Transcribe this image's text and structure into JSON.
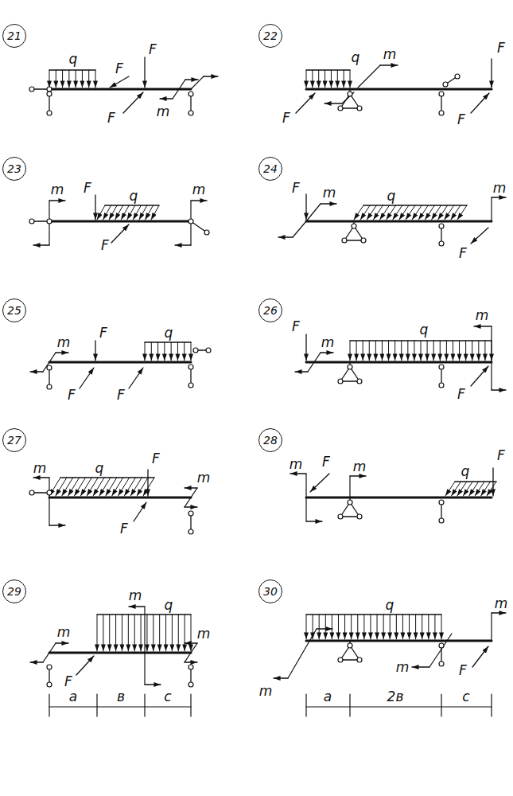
{
  "diagram": {
    "nodes": [
      {
        "text": [
          "21"
        ]
      },
      {
        "text": [
          "22"
        ]
      },
      {
        "text": [
          "23"
        ]
      },
      {
        "text": [
          "24"
        ]
      },
      {
        "text": [
          "25"
        ]
      },
      {
        "text": [
          "26"
        ]
      },
      {
        "text": [
          "27"
        ]
      },
      {
        "text": [
          "28"
        ]
      },
      {
        "text": [
          "29"
        ]
      },
      {
        "text": [
          "30"
        ]
      }
    ],
    "labels": [
      "q",
      "F",
      "F",
      "F",
      "m",
      "q",
      "m",
      "F",
      "F",
      "F",
      "m",
      "F",
      "q",
      "m",
      "F",
      "F",
      "m",
      "q",
      "m",
      "F",
      "m",
      "F",
      "q",
      "F",
      "F",
      "F",
      "m",
      "q",
      "m",
      "F",
      "m",
      "q",
      "F",
      "m",
      "F",
      "m",
      "F",
      "m",
      "q",
      "F",
      "m",
      "m",
      "q",
      "m",
      "F",
      "q",
      "m",
      "m",
      "m",
      "F",
      "a",
      "в",
      "c",
      "a",
      "2в",
      "c"
    ]
  }
}
